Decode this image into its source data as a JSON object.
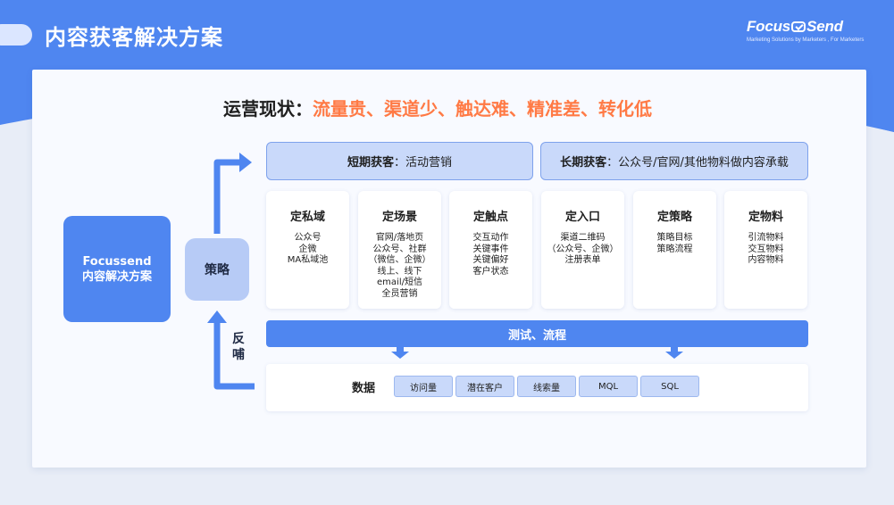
{
  "header": {
    "title": "内容获客解决方案",
    "logo_name_left": "Focus",
    "logo_name_right": "Send",
    "logo_tagline": "Marketing Solutions by Marketers , For Marketers"
  },
  "headline": {
    "lead": "运营现状：",
    "rest": "流量贵、渠道少、触达难、精准差、转化低"
  },
  "solution": {
    "line1": "Focussend",
    "line2": "内容解决方案"
  },
  "strategy_label": "策略",
  "feedback_label": "反哺",
  "acquisition": {
    "short": {
      "title": "短期获客",
      "sep": "：",
      "desc": "活动营销"
    },
    "long": {
      "title": "长期获客",
      "sep": "：",
      "desc": "公众号/官网/其他物料做内容承载"
    }
  },
  "modules": [
    {
      "title": "定私域",
      "items": [
        "公众号",
        "企微",
        "MA私域池"
      ]
    },
    {
      "title": "定场景",
      "items": [
        "官网/落地页",
        "公众号、社群",
        "（微信、企微）",
        "线上、线下",
        "email/短信",
        "全员营销"
      ]
    },
    {
      "title": "定触点",
      "items": [
        "交互动作",
        "关键事件",
        "关键偏好",
        "客户状态"
      ]
    },
    {
      "title": "定入口",
      "items": [
        "渠道二维码",
        "（公众号、企微）",
        "注册表单"
      ]
    },
    {
      "title": "定策略",
      "items": [
        "策略目标",
        "策略流程"
      ]
    },
    {
      "title": "定物料",
      "items": [
        "引流物料",
        "交互物料",
        "内容物料"
      ]
    }
  ],
  "test_flow": "测试、流程",
  "data_section": {
    "label": "数据",
    "chips": [
      "访问量",
      "潜在客户",
      "线索量",
      "MQL",
      "SQL"
    ]
  },
  "colors": {
    "brand_blue": "#4f86f0",
    "light_blue": "#c9d9fa",
    "highlight_orange": "#ff7a45"
  }
}
